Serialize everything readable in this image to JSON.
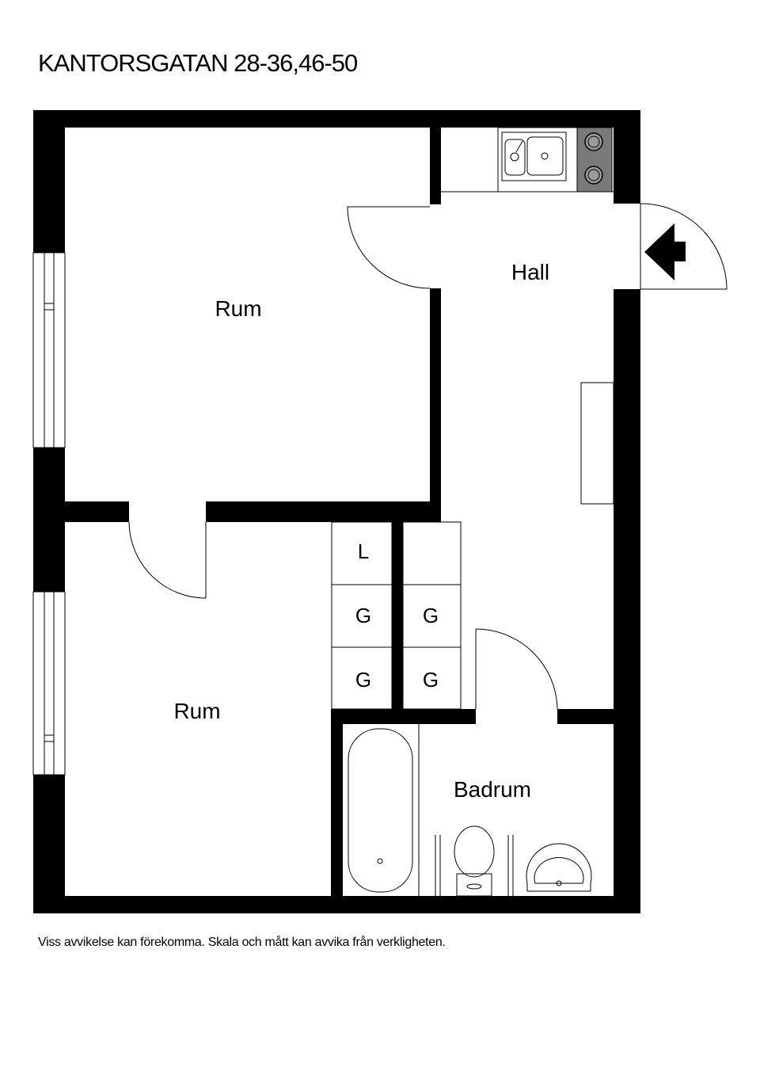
{
  "title": "KANTORSGATAN 28-36,46-50",
  "rooms": {
    "upper_room": "Rum",
    "lower_room": "Rum",
    "hall": "Hall",
    "bathroom": "Badrum"
  },
  "cabinets": [
    "L",
    "G",
    "G",
    "G",
    "G"
  ],
  "icons": [
    "entrance-arrow-icon",
    "sink-icon",
    "stove-icon",
    "bathtub-icon",
    "toilet-icon",
    "washbasin-icon"
  ],
  "colors": {
    "wall": "#000000",
    "stove": "#7a7a7a",
    "background": "#ffffff"
  },
  "disclaimer": "Viss avvikelse kan förekomma. Skala och mått kan avvika från verkligheten."
}
